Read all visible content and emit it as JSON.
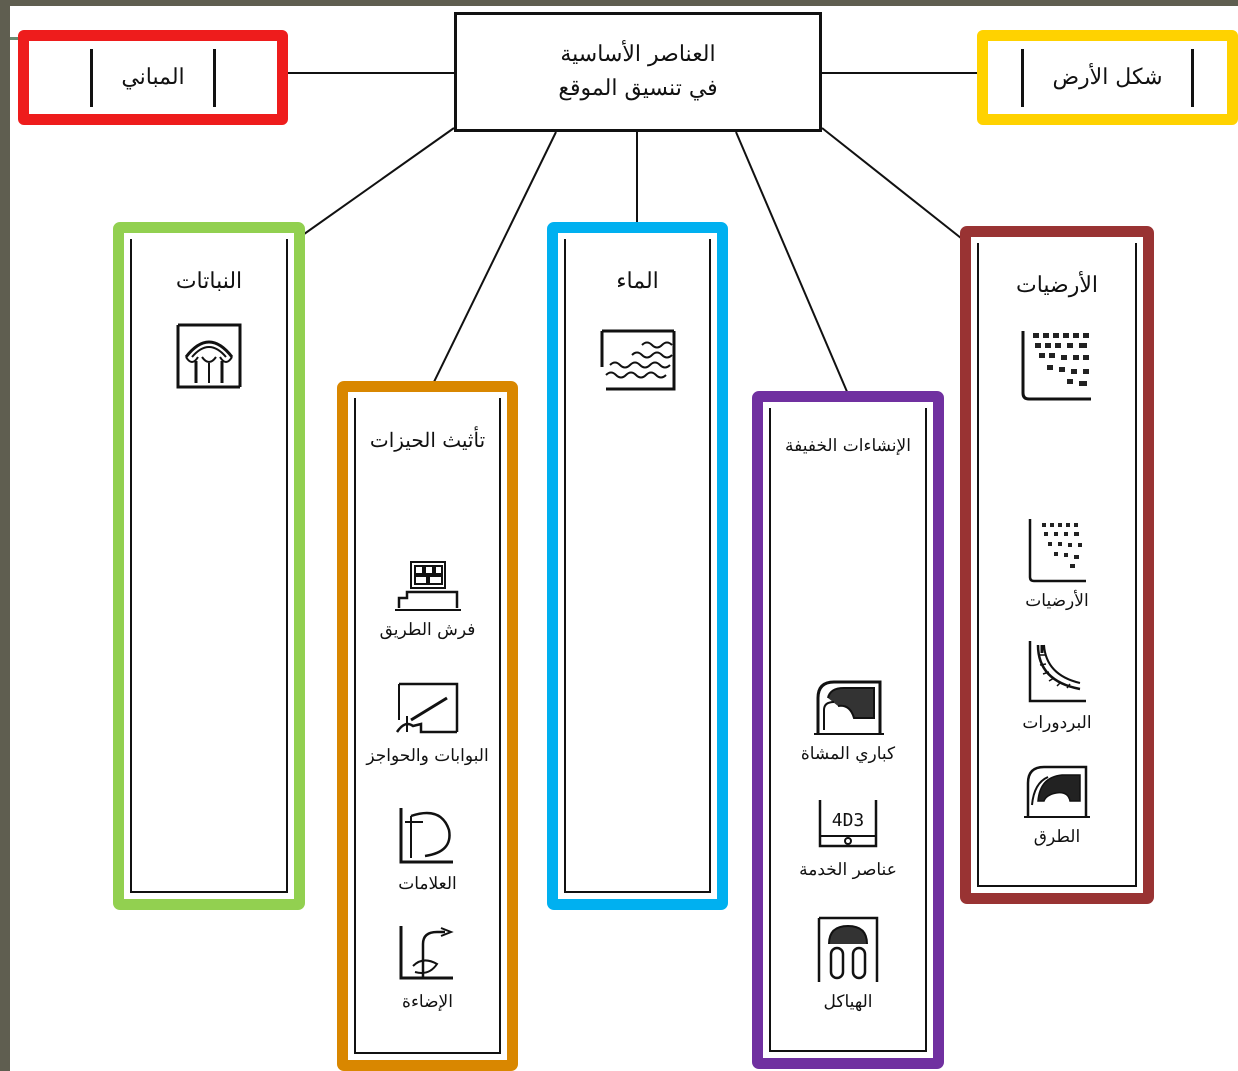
{
  "diagram": {
    "center": {
      "line1": "العناصر الأساسية",
      "line2": "في تنسيق الموقع"
    },
    "left_box": {
      "label": "المباني",
      "color": "#ee1c1c"
    },
    "right_box": {
      "label": "شكل الأرض",
      "color": "#ffd200"
    },
    "columns": [
      {
        "id": "plants",
        "title": "النباتات",
        "color": "#92d050",
        "items": [
          {
            "icon": "tree-canopy-icon",
            "label": ""
          }
        ]
      },
      {
        "id": "furnishing",
        "title": "تأثيث الحيزات",
        "color": "#d98700",
        "items": [
          {
            "icon": "paving-icon",
            "label": "فرش الطريق"
          },
          {
            "icon": "gates-fences-icon",
            "label": "البوابات والحواجز"
          },
          {
            "icon": "signs-icon",
            "label": "العلامات"
          },
          {
            "icon": "lighting-icon",
            "label": "الإضاءة"
          }
        ]
      },
      {
        "id": "water",
        "title": "الماء",
        "color": "#00b0f0",
        "items": [
          {
            "icon": "water-waves-icon",
            "label": ""
          }
        ]
      },
      {
        "id": "light-structures",
        "title": "الإنشاءات الخفيفة",
        "color": "#7030a0",
        "items": [
          {
            "icon": "pedestrian-bridge-icon",
            "label": "كباري المشاة"
          },
          {
            "icon": "service-elements-icon",
            "label": "عناصر الخدمة"
          },
          {
            "icon": "structures-icon",
            "label": "الهياكل"
          }
        ]
      },
      {
        "id": "ground-surfaces",
        "title": "الأرضيات",
        "color": "#993333",
        "items": [
          {
            "icon": "floor-tiles-icon",
            "label": ""
          },
          {
            "icon": "ground-pattern-icon",
            "label": "الأرضيات"
          },
          {
            "icon": "curbs-icon",
            "label": "البردورات"
          },
          {
            "icon": "roads-icon",
            "label": "الطرق"
          }
        ]
      }
    ]
  }
}
